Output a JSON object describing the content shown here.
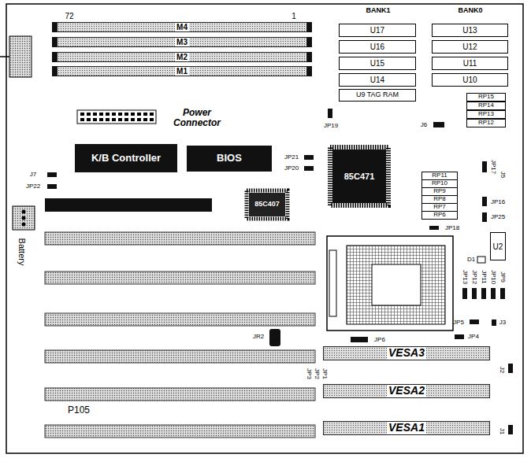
{
  "diagram": {
    "nodes": [
      {
        "text": [
          "M4"
        ]
      },
      {
        "text": [
          "M3"
        ]
      },
      {
        "text": [
          "M2"
        ]
      },
      {
        "text": [
          "M1"
        ]
      },
      {
        "text": [
          "U17"
        ]
      },
      {
        "text": [
          "U13"
        ]
      },
      {
        "text": [
          "U16"
        ]
      },
      {
        "text": [
          "U12"
        ]
      },
      {
        "text": [
          "U15"
        ]
      },
      {
        "text": [
          "U11"
        ]
      },
      {
        "text": [
          "U14"
        ]
      },
      {
        "text": [
          "U10"
        ]
      },
      {
        "text": [
          "U9 TAG RAM"
        ]
      },
      {
        "text": [
          "RP15"
        ]
      },
      {
        "text": [
          "RP14"
        ]
      },
      {
        "text": [
          "RP13"
        ]
      },
      {
        "text": [
          "RP12"
        ]
      },
      {
        "text": [
          "K/B Controller"
        ]
      },
      {
        "text": [
          "BIOS"
        ]
      },
      {
        "text": [
          "85C471"
        ]
      },
      {
        "text": [
          "85C407"
        ]
      },
      {
        "text": [
          "RP11"
        ]
      },
      {
        "text": [
          "RP10"
        ]
      },
      {
        "text": [
          "RP9"
        ]
      },
      {
        "text": [
          "RP8"
        ]
      },
      {
        "text": [
          "RP7"
        ]
      },
      {
        "text": [
          "RP6"
        ]
      },
      {
        "text": [
          "U2"
        ]
      },
      {
        "text": [
          "VESA3"
        ]
      },
      {
        "text": [
          "VESA2"
        ]
      },
      {
        "text": [
          "VESA1"
        ]
      }
    ],
    "labels": [
      "72",
      "1",
      "BANK1",
      "BANK0",
      "JP19",
      "J6",
      "Power Connector",
      "JP21",
      "JP20",
      "J7",
      "JP22",
      "JP17",
      "J5",
      "JP16",
      "JP25",
      "JP18",
      "D1",
      "JP13",
      "JP12",
      "JP11",
      "JP10",
      "JP9",
      "JP5",
      "J3",
      "JP4",
      "JP6",
      "JR2",
      "JP3",
      "JP2",
      "JP1",
      "J2",
      "J1",
      "P105",
      "Battery"
    ]
  }
}
